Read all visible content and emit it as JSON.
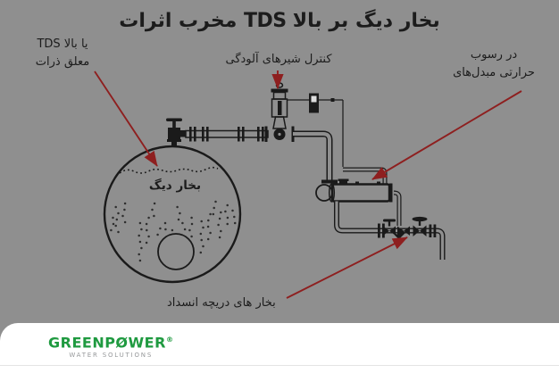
{
  "title": "اثرات‎ مخرب‎ TDS بالا‎ بر‎ دیگ‎ بخار",
  "labels": {
    "tds_line1": "TDS بالا‎ یا",
    "tds_line2": "ذرات‎ معلق",
    "control_valves": "آلودگی‎ شیرهای‎ کنترل",
    "exchanger_line1": "رسوب‎ در",
    "exchanger_line2": "مبدل‌های‎ حرارتی",
    "steam_traps": "انسداد‎ دریچه‎ های‎ بخار",
    "boiler": "دیگ‎ بخار"
  },
  "logo": {
    "brand": "GREENPØWER",
    "registered": "®",
    "tagline": "WATER SOLUTIONS"
  },
  "colors": {
    "background": "#8f8f8f",
    "line": "#1a1a1a",
    "arrow": "#8e1f1f",
    "text": "#1c1c1c",
    "brand_green": "#1f9a40",
    "tagline_gray": "#96989a",
    "footer": "#ffffff",
    "divider": "#e4e4e4",
    "dot": "#2e2e2e"
  }
}
